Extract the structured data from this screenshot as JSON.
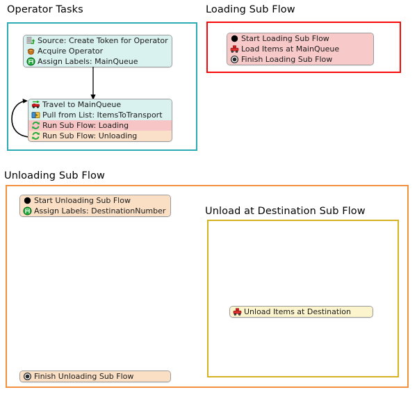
{
  "groups": [
    {
      "id": "operator-tasks",
      "title": "Operator Tasks",
      "border_color": "#2bacb4"
    },
    {
      "id": "loading-sub-flow",
      "title": "Loading Sub Flow",
      "border_color": "#fb0606"
    },
    {
      "id": "unloading-sub-flow",
      "title": "Unloading Sub Flow",
      "border_color": "#f2913d"
    },
    {
      "id": "unload-at-destination-sub-flow",
      "title": "Unload at Destination Sub Flow",
      "border_color": "#d4b221"
    }
  ],
  "blocks": {
    "operator_start": {
      "rows": [
        {
          "icon": "source-token-icon",
          "label": "Source: Create Token for Operator",
          "fill": "#d9f2ef"
        },
        {
          "icon": "acquire-operator-icon",
          "label": "Acquire Operator",
          "fill": "#d9f2ef"
        },
        {
          "icon": "assign-labels-icon",
          "label": "Assign Labels: MainQueue",
          "fill": "#d9f2ef"
        }
      ]
    },
    "operator_loop": {
      "rows": [
        {
          "icon": "travel-icon",
          "label": "Travel to MainQueue",
          "fill": "#d9f2ef"
        },
        {
          "icon": "pull-from-list-icon",
          "label": "Pull from List: ItemsToTransport",
          "fill": "#d9f2ef"
        },
        {
          "icon": "run-sub-flow-icon",
          "label": "Run Sub Flow: Loading",
          "fill": "#f7c5c5"
        },
        {
          "icon": "run-sub-flow-icon",
          "label": "Run Sub Flow: Unloading",
          "fill": "#fbe0c9"
        }
      ]
    },
    "loading_flow": {
      "rows": [
        {
          "icon": "start-icon",
          "label": "Start Loading Sub Flow",
          "fill": "#f8c9c9"
        },
        {
          "icon": "load-items-icon",
          "label": "Load Items at MainQueue",
          "fill": "#f8c9c9"
        },
        {
          "icon": "finish-icon",
          "label": "Finish Loading Sub Flow",
          "fill": "#f8c9c9"
        }
      ]
    },
    "unloading_start": {
      "rows": [
        {
          "icon": "start-icon",
          "label": "Start Unloading Sub Flow",
          "fill": "#fadfc4"
        },
        {
          "icon": "assign-labels-icon",
          "label": "Assign Labels: DestinationNumber",
          "fill": "#fadfc4"
        }
      ]
    },
    "unloading_finish": {
      "rows": [
        {
          "icon": "finish-icon",
          "label": "Finish Unloading Sub Flow",
          "fill": "#fadfc4"
        }
      ]
    },
    "unload_destination": {
      "rows": [
        {
          "icon": "unload-items-icon",
          "label": "Unload Items at Destination",
          "fill": "#fbf4cd"
        }
      ]
    }
  },
  "connectors": [
    {
      "id": "start-to-loop-arrow",
      "kind": "straight-down-arrow"
    },
    {
      "id": "loop-back-arrow",
      "kind": "curved-loop-arrow"
    }
  ]
}
